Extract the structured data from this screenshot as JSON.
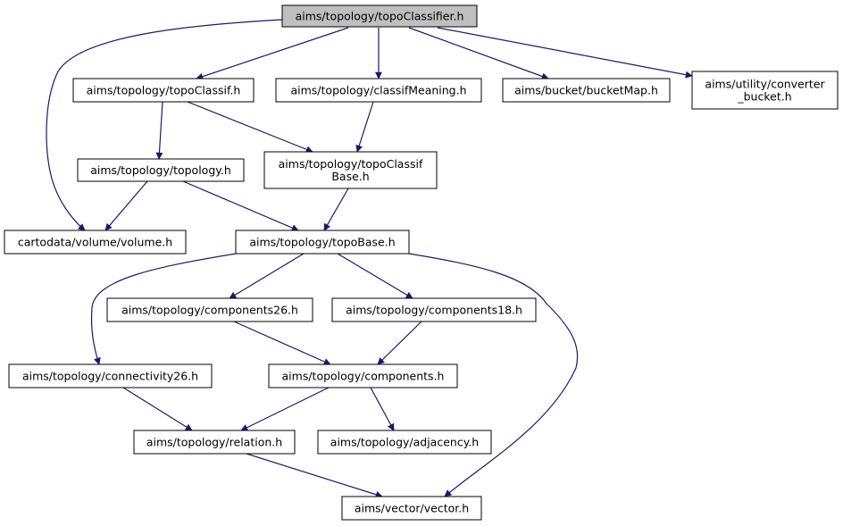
{
  "diagram": {
    "colors": {
      "edge": "#191970",
      "root_fill": "#bfbfbf",
      "node_fill": "#ffffff",
      "border": "#000000"
    },
    "nodes": [
      {
        "id": "topoClassifier",
        "lines": [
          "aims/topology/topoClassifier.h"
        ],
        "root": true
      },
      {
        "id": "topoClassif",
        "lines": [
          "aims/topology/topoClassif.h"
        ]
      },
      {
        "id": "classifMeaning",
        "lines": [
          "aims/topology/classifMeaning.h"
        ]
      },
      {
        "id": "bucketMap",
        "lines": [
          "aims/bucket/bucketMap.h"
        ]
      },
      {
        "id": "converterBucket",
        "lines": [
          "aims/utility/converter",
          "_bucket.h"
        ]
      },
      {
        "id": "topology",
        "lines": [
          "aims/topology/topology.h"
        ]
      },
      {
        "id": "topoClassifBase",
        "lines": [
          "aims/topology/topoClassif",
          "Base.h"
        ]
      },
      {
        "id": "volume",
        "lines": [
          "cartodata/volume/volume.h"
        ]
      },
      {
        "id": "topoBase",
        "lines": [
          "aims/topology/topoBase.h"
        ]
      },
      {
        "id": "components26",
        "lines": [
          "aims/topology/components26.h"
        ]
      },
      {
        "id": "components18",
        "lines": [
          "aims/topology/components18.h"
        ]
      },
      {
        "id": "connectivity26",
        "lines": [
          "aims/topology/connectivity26.h"
        ]
      },
      {
        "id": "components",
        "lines": [
          "aims/topology/components.h"
        ]
      },
      {
        "id": "relation",
        "lines": [
          "aims/topology/relation.h"
        ]
      },
      {
        "id": "adjacency",
        "lines": [
          "aims/topology/adjacency.h"
        ]
      },
      {
        "id": "vector",
        "lines": [
          "aims/vector/vector.h"
        ]
      }
    ],
    "edges": [
      {
        "from": "topoClassifier",
        "to": "volume"
      },
      {
        "from": "topoClassifier",
        "to": "topoClassif"
      },
      {
        "from": "topoClassifier",
        "to": "classifMeaning"
      },
      {
        "from": "topoClassifier",
        "to": "bucketMap"
      },
      {
        "from": "topoClassifier",
        "to": "converterBucket"
      },
      {
        "from": "topoClassif",
        "to": "topology"
      },
      {
        "from": "topoClassif",
        "to": "topoClassifBase"
      },
      {
        "from": "classifMeaning",
        "to": "topoClassifBase"
      },
      {
        "from": "topology",
        "to": "volume"
      },
      {
        "from": "topology",
        "to": "topoBase"
      },
      {
        "from": "topoClassifBase",
        "to": "topoBase"
      },
      {
        "from": "topoBase",
        "to": "connectivity26"
      },
      {
        "from": "topoBase",
        "to": "components26"
      },
      {
        "from": "topoBase",
        "to": "components18"
      },
      {
        "from": "topoBase",
        "to": "vector"
      },
      {
        "from": "components26",
        "to": "components"
      },
      {
        "from": "components18",
        "to": "components"
      },
      {
        "from": "connectivity26",
        "to": "relation"
      },
      {
        "from": "components",
        "to": "relation"
      },
      {
        "from": "components",
        "to": "adjacency"
      },
      {
        "from": "relation",
        "to": "vector"
      }
    ]
  }
}
